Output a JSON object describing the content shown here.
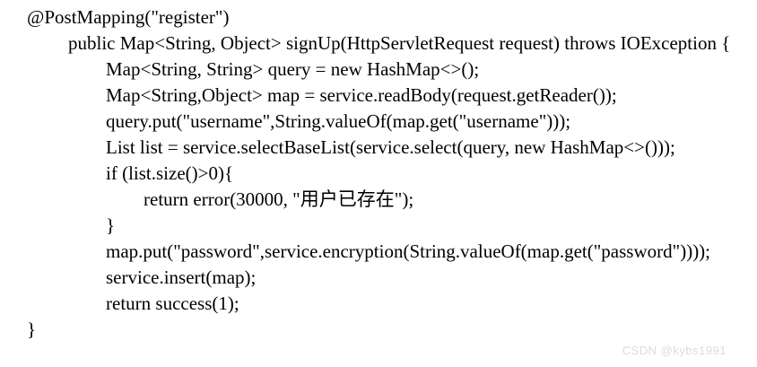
{
  "page": {
    "background_color": "#ffffff",
    "text_color": "#000000"
  },
  "code": {
    "language": "java",
    "lines": [
      {
        "indent": 0,
        "text": "@PostMapping(\"register\")"
      },
      {
        "indent": 1,
        "text": "public Map<String, Object> signUp(HttpServletRequest request) throws IOException {"
      },
      {
        "indent": 2,
        "text": "Map<String, String> query = new HashMap<>();"
      },
      {
        "indent": 2,
        "text": "Map<String,Object> map = service.readBody(request.getReader());"
      },
      {
        "indent": 2,
        "text": "query.put(\"username\",String.valueOf(map.get(\"username\")));"
      },
      {
        "indent": 2,
        "text": "List list = service.selectBaseList(service.select(query, new HashMap<>()));"
      },
      {
        "indent": 2,
        "text": "if (list.size()>0){"
      },
      {
        "indent": 3,
        "text": "return error(30000, \"用户已存在\");"
      },
      {
        "indent": 2,
        "text": "}"
      },
      {
        "indent": 2,
        "text": "map.put(\"password\",service.encryption(String.valueOf(map.get(\"password\"))));"
      },
      {
        "indent": 2,
        "text": "service.insert(map);"
      },
      {
        "indent": 2,
        "text": "return success(1);"
      },
      {
        "indent": 0,
        "text": "}"
      }
    ]
  },
  "watermark": {
    "text": "CSDN @kybs1991",
    "color": "#dcdcdc"
  }
}
